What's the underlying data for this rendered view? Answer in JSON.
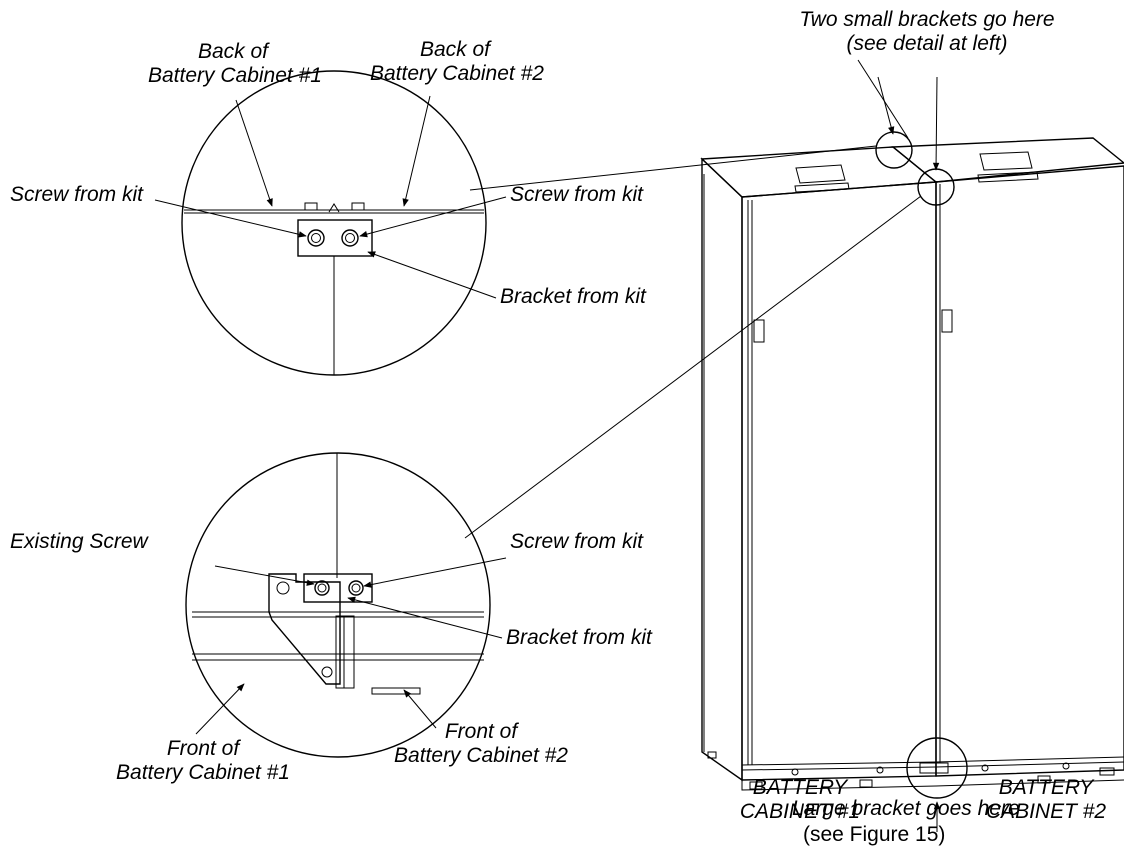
{
  "callouts": {
    "top_detail": {
      "back_cabinet_1": [
        "Back of",
        "Battery Cabinet #1"
      ],
      "back_cabinet_2": [
        "Back of",
        "Battery Cabinet #2"
      ],
      "screw_left": "Screw from kit",
      "screw_right": "Screw from kit",
      "bracket": "Bracket from kit"
    },
    "bottom_detail": {
      "existing_screw": "Existing Screw",
      "screw_right": "Screw from kit",
      "bracket": "Bracket from kit",
      "front_cabinet_1": [
        "Front of",
        "Battery Cabinet #1"
      ],
      "front_cabinet_2": [
        "Front of",
        "Battery Cabinet #2"
      ]
    },
    "cabinet_view": {
      "two_brackets": [
        "Two small brackets go here",
        "(see detail at left)"
      ],
      "cabinet_1_label": [
        "BATTERY",
        "CABINET #1"
      ],
      "cabinet_2_label": [
        "BATTERY",
        "CABINET #2"
      ],
      "large_bracket": "Large bracket goes here",
      "see_figure": "(see Figure 15)"
    }
  }
}
